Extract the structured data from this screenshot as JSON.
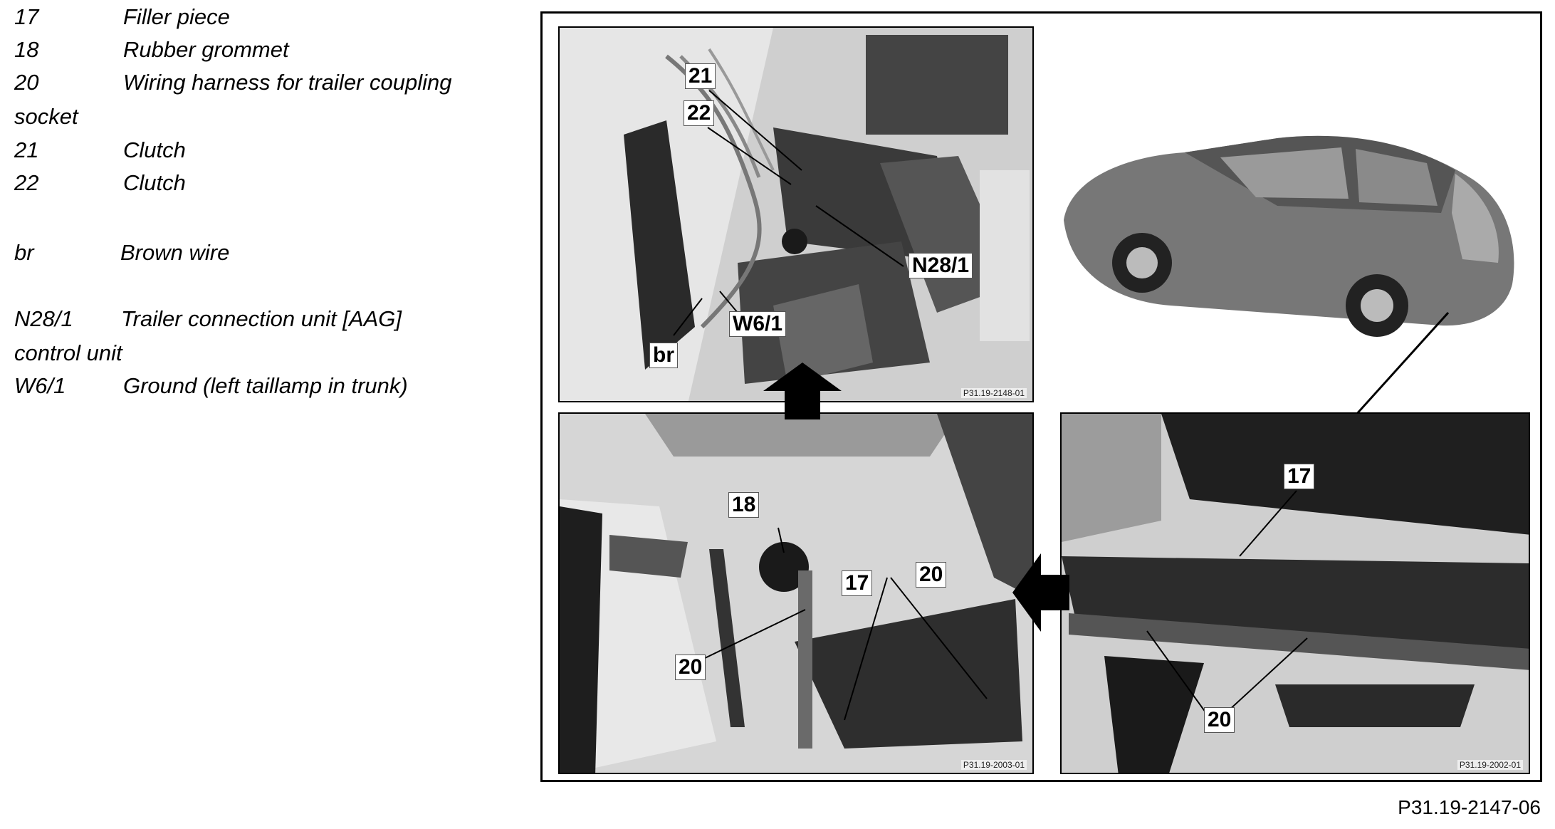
{
  "legend": [
    {
      "key": "17",
      "desc": "Filler piece"
    },
    {
      "key": "18",
      "desc": "Rubber grommet"
    },
    {
      "key": "20",
      "desc": "Wiring harness for trailer coupling"
    },
    {
      "key": "",
      "desc": "socket"
    },
    {
      "key": "21",
      "desc": "Clutch"
    },
    {
      "key": "22",
      "desc": "Clutch"
    },
    {
      "key": "br",
      "desc": "Brown wire"
    },
    {
      "key": "N28/1",
      "desc": "Trailer connection unit [AAG]"
    },
    {
      "key": "",
      "desc": "control unit"
    },
    {
      "key": "W6/1",
      "desc": "Ground (left taillamp in trunk)"
    }
  ],
  "panels": {
    "top_left": {
      "ref": "P31.19-2148-01",
      "callouts": {
        "c21": "21",
        "c22": "22",
        "cN28": "N28/1",
        "cW6": "W6/1",
        "cbr": "br"
      }
    },
    "bottom_left": {
      "ref": "P31.19-2003-01",
      "callouts": {
        "c18": "18",
        "c17": "17",
        "c20a": "20",
        "c20b": "20"
      }
    },
    "bottom_right": {
      "ref": "P31.19-2002-01",
      "callouts": {
        "c17": "17",
        "c20": "20"
      }
    }
  },
  "figure_number": "P31.19-2147-06"
}
